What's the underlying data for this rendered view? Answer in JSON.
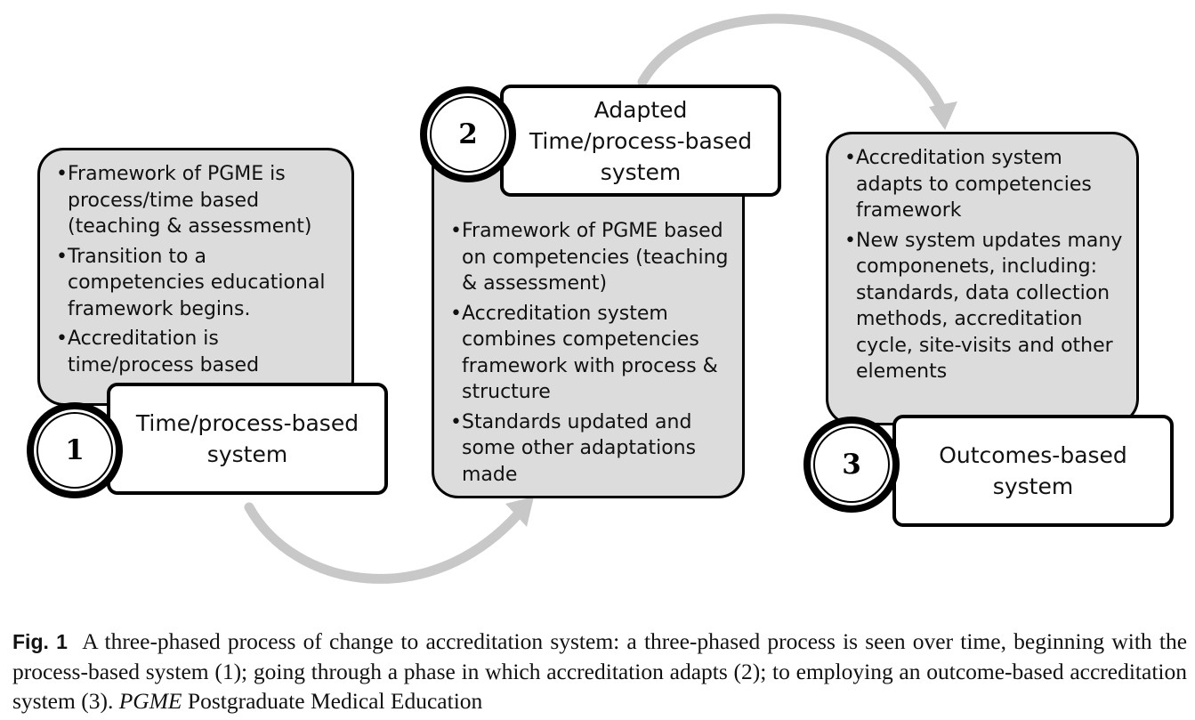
{
  "phases": [
    {
      "number": "1",
      "title_lines": [
        "Time/process-based",
        "system"
      ],
      "bullets": [
        "Framework of PGME is process/time based (teaching & assessment)",
        "Transition to a competencies educational framework begins.",
        "Accreditation is time/process based"
      ]
    },
    {
      "number": "2",
      "title_lines": [
        "Adapted",
        "Time/process-based",
        "system"
      ],
      "bullets": [
        "Framework of PGME based on competencies (teaching & assessment)",
        "Accreditation system combines competencies framework with process & structure",
        "Standards updated and some other adaptations made"
      ]
    },
    {
      "number": "3",
      "title_lines": [
        "Outcomes-based",
        "system"
      ],
      "bullets": [
        "Accreditation system adapts to competencies framework",
        "New system updates many componenets, including: standards, data collection methods, accreditation cycle, site-visits and other elements"
      ]
    }
  ],
  "caption": {
    "label": "Fig. 1",
    "text": "A three-phased process of change to accreditation system: a three-phased process is seen over time, beginning with the process-based system (1); going through a phase in which accreditation adapts (2); to employing an outcome-based accreditation system (3).",
    "abbr": "PGME",
    "abbr_def": "Postgraduate Medical Education"
  },
  "colors": {
    "panel_fill": "#dcdcdc",
    "arrow": "#c8c8c8",
    "border": "#000000"
  }
}
